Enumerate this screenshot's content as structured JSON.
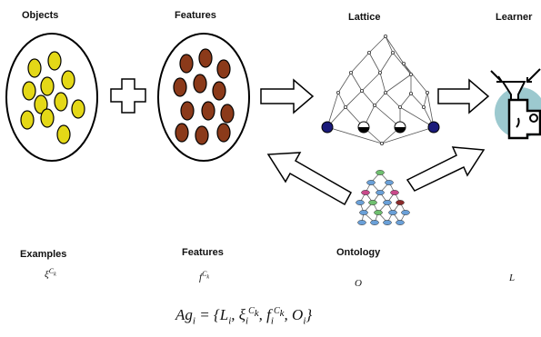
{
  "headers": {
    "objects": "Objects",
    "features": "Features",
    "lattice": "Lattice",
    "learner": "Learner"
  },
  "bottom_labels": {
    "examples": "Examples",
    "features": "Features",
    "ontology": "Ontology"
  },
  "symbols": {
    "xi": "ξ",
    "f": "f",
    "c": "C",
    "k": "k",
    "o": "O",
    "l": "L"
  },
  "formula": {
    "ag": "Ag",
    "i": "i",
    "eq": " = {",
    "l": "L",
    "xi": "ξ",
    "f": "f",
    "o": "O",
    "c": "C",
    "k": "k",
    "comma": ", ",
    "close": "}"
  },
  "colors": {
    "objects": "#e4d817",
    "features": "#8b3a1a",
    "lattice_node_dark": "#1a1a7a",
    "learner_bg": "#9cc9cf"
  }
}
